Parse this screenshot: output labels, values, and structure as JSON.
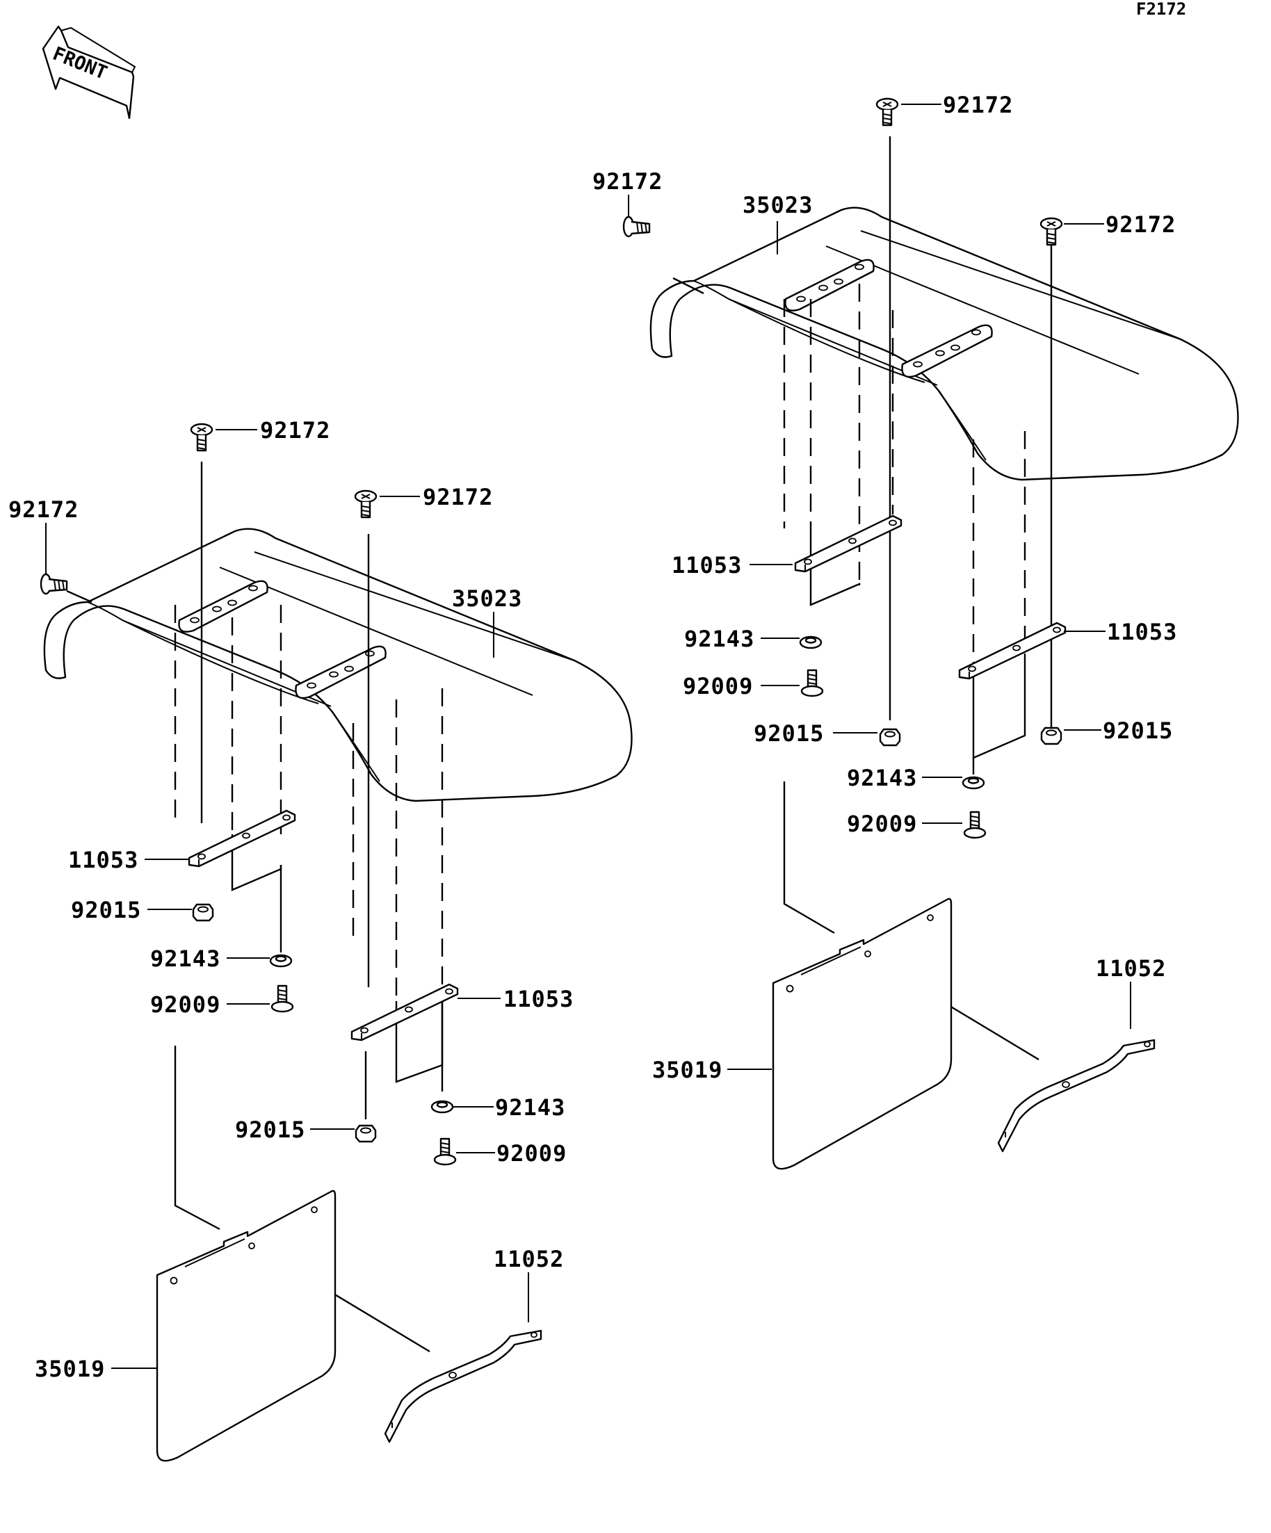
{
  "ref_code": "F2172",
  "front_label": "FRONT",
  "labels": {
    "l_92172_a": "92172",
    "l_92172_b": "92172",
    "l_92172_c": "92172",
    "l_35023": "35023",
    "l_11053_a": "11053",
    "l_92015_a": "92015",
    "l_92143_a": "92143",
    "l_92009_a": "92009",
    "l_11053_b": "11053",
    "l_92143_b": "92143",
    "l_92015_b": "92015",
    "l_92009_b": "92009",
    "l_11052": "11052",
    "l_35019": "35019",
    "r_92172_a": "92172",
    "r_92172_b": "92172",
    "r_92172_c": "92172",
    "r_35023": "35023",
    "r_11053_a": "11053",
    "r_92143_a": "92143",
    "r_92009_a": "92009",
    "r_92015_a": "92015",
    "r_11053_b": "11053",
    "r_92015_b": "92015",
    "r_92143_b": "92143",
    "r_92009_b": "92009",
    "r_11052": "11052",
    "r_35019": "35019"
  }
}
